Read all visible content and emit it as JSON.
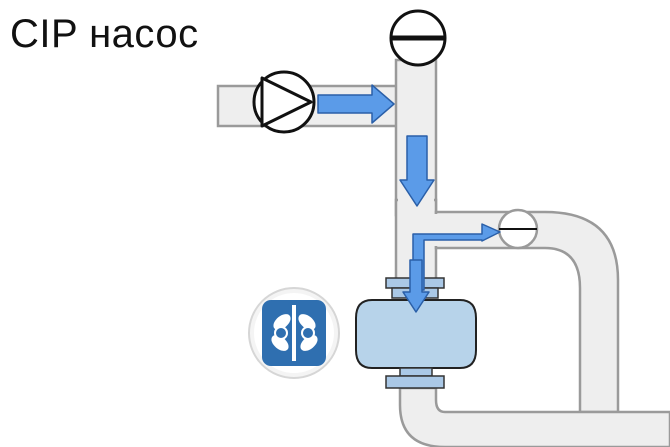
{
  "title": "CIP насос",
  "colors": {
    "pipe_fill": "#eeeeee",
    "pipe_stroke": "#9a9a9a",
    "flow_arrow": "#5b9be8",
    "flow_arrow_stroke": "#2a5fa8",
    "vessel_fill": "#b7d3ea",
    "flange_fill": "#aac8e6",
    "symbol_stroke": "#111111",
    "badge_blue": "#2f6fb0"
  },
  "icons": {
    "pump": "centrifugal-pump-symbol",
    "valve_top": "valve-symbol",
    "valve_side": "valve-symbol",
    "badge": "twin-screw-pump-logo"
  }
}
